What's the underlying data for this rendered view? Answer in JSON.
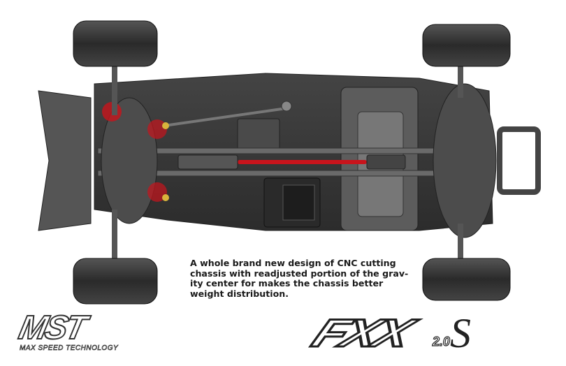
{
  "description": {
    "lines": [
      "A whole brand new design of CNC cutting",
      "chassis with readjusted portion of the grav-",
      "ity center for makes the chassis better",
      "weight distribution."
    ]
  },
  "logos": {
    "brand": "MST",
    "brand_tagline": "MAX SPEED TECHNOLOGY",
    "model": "FXX",
    "model_version": "2.0",
    "model_suffix": "S"
  },
  "colors": {
    "chassis": "#3a3a3a",
    "parts": "#5a5a5a",
    "tire": "#2e2e2e",
    "accent_red": "#c8141c",
    "text": "#1a1a1a"
  }
}
